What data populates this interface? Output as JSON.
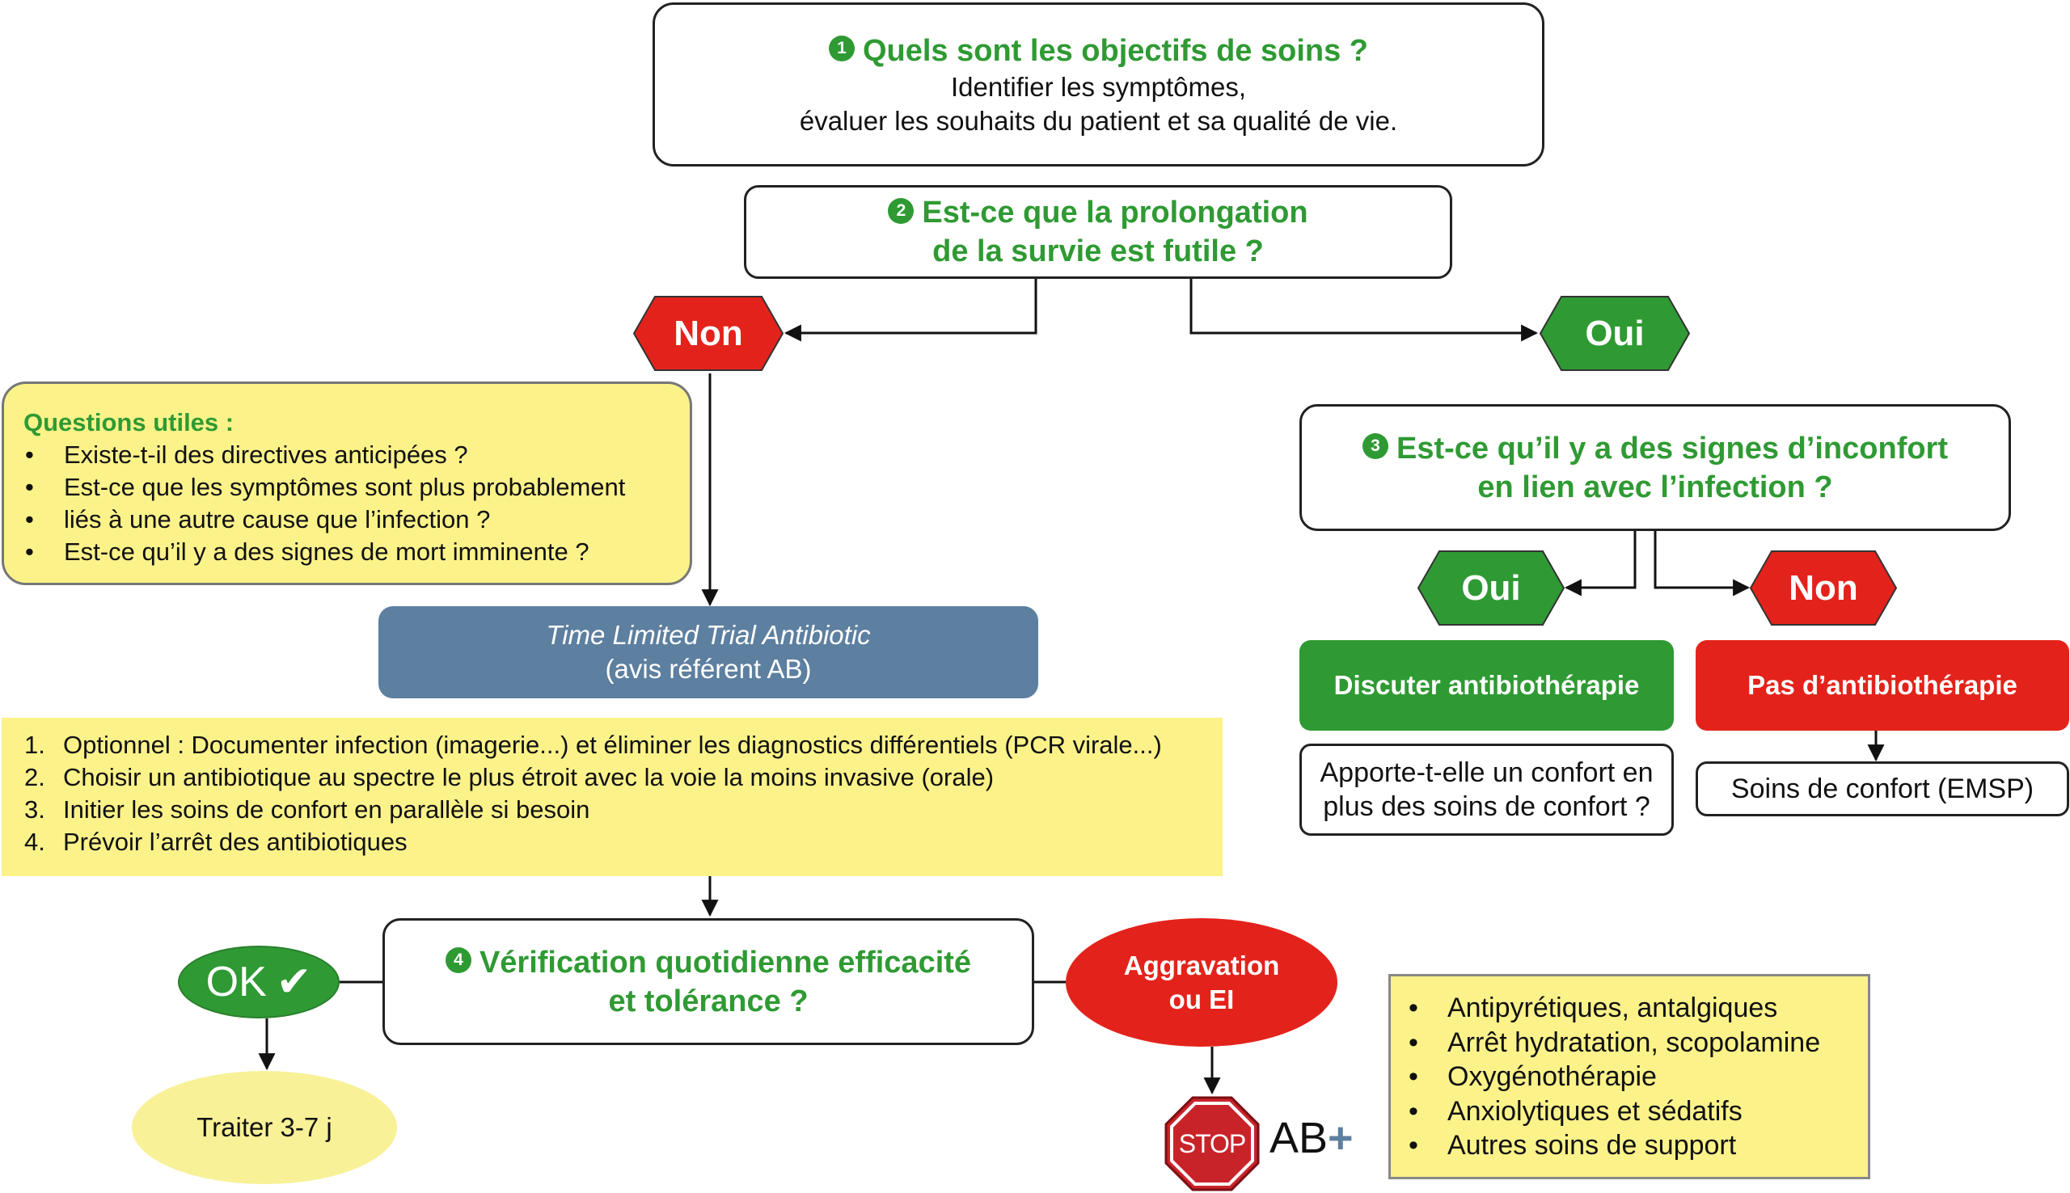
{
  "colors": {
    "green": "#2f9a33",
    "red": "#e3231b",
    "blue_grey": "#5d7fa0",
    "yellow": "#fbf28a",
    "ellipse_yellow": "#f8f197"
  },
  "step1": {
    "number": "1",
    "title": "Quels sont les objectifs de soins ?",
    "line1": "Identifier les symptômes,",
    "line2": "évaluer les souhaits du patient et sa qualité de vie."
  },
  "step2": {
    "number": "2",
    "line1": "Est-ce que la prolongation",
    "line2": "de la survie est futile ?"
  },
  "branch_no": "Non",
  "branch_yes": "Oui",
  "useful_questions": {
    "title": "Questions utiles :",
    "items": [
      "Existe-t-il des directives anticipées ?",
      "Est-ce que les symptômes sont plus probablement",
      "liés à une autre cause que l’infection ?",
      "Est-ce qu’il y a des signes de mort imminente ?"
    ]
  },
  "trial": {
    "line1": "Time Limited Trial Antibiotic",
    "line2": "(avis référent AB)"
  },
  "steps_list": [
    {
      "n": "1.",
      "text": "Optionnel : Documenter infection (imagerie...) et éliminer les diagnostics différentiels (PCR virale...)"
    },
    {
      "n": "2.",
      "text": "Choisir un antibiotique au spectre le plus étroit avec la voie la moins invasive (orale)"
    },
    {
      "n": "3.",
      "text": "Initier les soins de confort en parallèle si besoin"
    },
    {
      "n": "4.",
      "text": "Prévoir l’arrêt des antibiotiques"
    }
  ],
  "step3": {
    "number": "3",
    "line1": "Est-ce qu’il y a des signes d’inconfort",
    "line2": "en lien avec l’infection ?"
  },
  "step3_yes": "Oui",
  "step3_no": "Non",
  "discuss": "Discuter antibiothérapie",
  "no_ab": "Pas d’antibiothérapie",
  "comfort_question": {
    "line1": "Apporte-t-elle un confort en",
    "line2": "plus des soins de confort ?"
  },
  "comfort_care": "Soins de confort (EMSP)",
  "step4": {
    "number": "4",
    "line1": "Vérification quotidienne efficacité",
    "line2": "et tolérance ?"
  },
  "ok": {
    "label": "OK",
    "check": "✔"
  },
  "treat": "Traiter 3-7 j",
  "worsening": {
    "line1": "Aggravation",
    "line2": "ou EI"
  },
  "stop_sign": "STOP",
  "ab_plus": {
    "text": "AB",
    "plus": "+"
  },
  "support_list": [
    "Antipyrétiques, antalgiques",
    "Arrêt hydratation, scopolamine",
    "Oxygénothérapie",
    "Anxiolytiques et sédatifs",
    "Autres soins de support"
  ]
}
